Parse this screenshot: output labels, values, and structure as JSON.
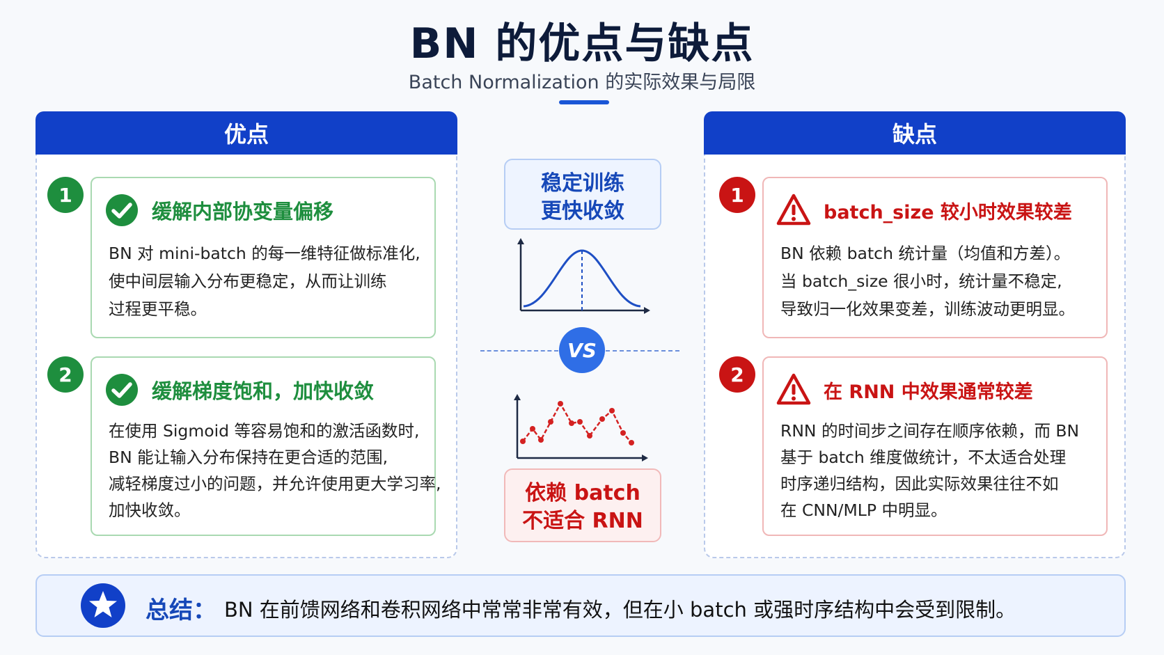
{
  "title": "BN 的优点与缺点",
  "subtitle": "Batch Normalization 的实际效果与局限",
  "pros": {
    "header": "优点",
    "items": [
      {
        "num": "1",
        "title": "缓解内部协变量偏移",
        "lines": [
          "BN 对 mini-batch 的每一维特征做标准化,",
          "使中间层输入分布更稳定，从而让训练",
          "过程更平稳。"
        ]
      },
      {
        "num": "2",
        "title": "缓解梯度饱和，加快收敛",
        "lines": [
          "在使用 Sigmoid 等容易饱和的激活函数时,",
          "BN 能让输入分布保持在更合适的范围,",
          "减轻梯度过小的问题，并允许使用更大学习率,",
          "加快收敛。"
        ]
      }
    ]
  },
  "cons": {
    "header": "缺点",
    "items": [
      {
        "num": "1",
        "title": "batch_size 较小时效果较差",
        "lines": [
          "BN 依赖 batch 统计量（均值和方差）。",
          "当 batch_size 很小时，统计量不稳定,",
          "导致归一化效果变差，训练波动更明显。"
        ]
      },
      {
        "num": "2",
        "title": "在 RNN 中效果通常较差",
        "lines": [
          "RNN 的时间步之间存在顺序依赖，而 BN",
          "基于 batch 维度做统计，不太适合处理",
          "时序递归结构，因此实际效果往往不如",
          "在 CNN/MLP 中明显。"
        ]
      }
    ]
  },
  "center": {
    "top_line1": "稳定训练",
    "top_line2": "更快收敛",
    "vs": "VS",
    "bottom_line1": "依赖 batch",
    "bottom_line2": "不适合 RNN"
  },
  "summary": {
    "label": "总结：",
    "text": "BN 在前馈网络和卷积网络中常常非常有效，但在小 batch 或强时序结构中会受到限制。"
  },
  "colors": {
    "primary": "#1140c8",
    "green": "#1e8e3e",
    "red": "#c91414"
  },
  "icons": {
    "pros_item": "check-circle-icon",
    "cons_item": "warning-triangle-icon",
    "summary": "star-icon"
  }
}
